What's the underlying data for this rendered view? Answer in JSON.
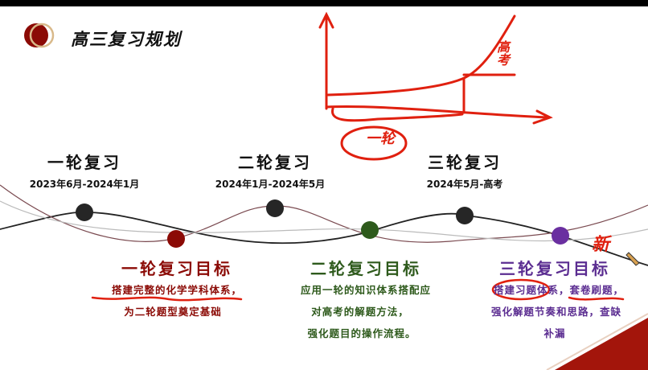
{
  "header": {
    "title": "高三复习规划"
  },
  "colors": {
    "accent_red": "#8b0a05",
    "green": "#2e5a1c",
    "purple": "#5b2d91",
    "annotation": "#e0200f"
  },
  "phases": [
    {
      "name": "一轮复习",
      "dates": "2023年6月-2024年1月"
    },
    {
      "name": "二轮复习",
      "dates": "2024年1月-2024年5月"
    },
    {
      "name": "三轮复习",
      "dates": "2024年5月-高考"
    }
  ],
  "goals": [
    {
      "title": "一轮复习目标",
      "lines": [
        "搭建完整的化学学科体系，",
        "为二轮题型奠定基础"
      ]
    },
    {
      "title": "二轮复习目标",
      "lines": [
        "应用一轮的知识体系搭配应",
        "对高考的解题方法，",
        "强化题目的操作流程。"
      ]
    },
    {
      "title": "三轮复习目标",
      "lines": [
        "搭建习题体系，套卷刷题，",
        "强化解题节奏和思路，查缺",
        "补漏"
      ]
    }
  ],
  "annotations": {
    "circled": "一轮",
    "peak": "高考",
    "new": "新"
  }
}
